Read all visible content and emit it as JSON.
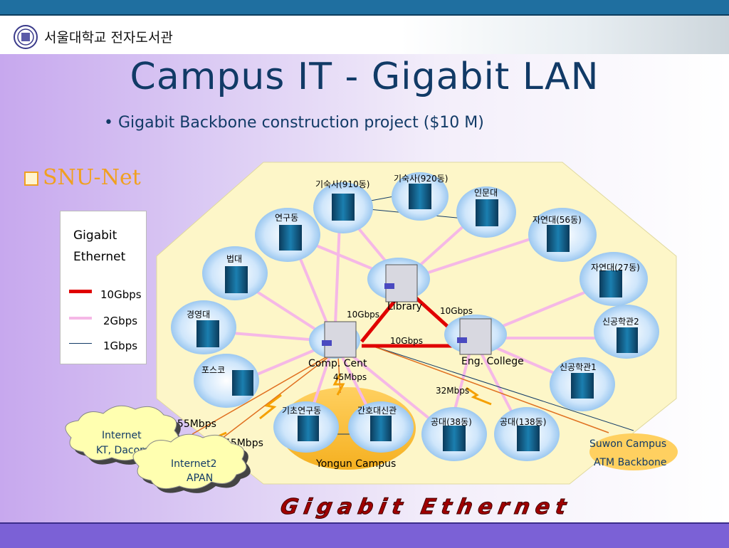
{
  "header": {
    "org": "서울대학교 전자도서관"
  },
  "title": "Campus IT - Gigabit LAN",
  "subtitle": "• Gigabit Backbone construction project  ($10 M)",
  "section": "SNU-Net",
  "legend": {
    "heading1": "Gigabit",
    "heading2": "Ethernet",
    "items": [
      {
        "label": "10Gbps",
        "color": "#e00000"
      },
      {
        "label": "2Gbps",
        "color": "#f5b8e6"
      },
      {
        "label": "1Gbps",
        "color": "#113a66"
      }
    ]
  },
  "nodes": {
    "dorm910": "기숙사(910동)",
    "dorm920": "기숙사(920동)",
    "humanities": "인문대",
    "research": "연구동",
    "science56": "자연대(56동)",
    "law": "법대",
    "science27": "자연대(27동)",
    "business": "경영대",
    "newEng2": "신공학관2",
    "posco": "포스코",
    "newEng1": "신공학관1",
    "basicResearch": "기초연구동",
    "nursing": "간호대신관",
    "eng38": "공대(38동)",
    "eng138": "공대(138동)",
    "library": "Library",
    "compCent": "Comp. Cent",
    "engCollege": "Eng. College"
  },
  "links": {
    "l10a": "10Gbps",
    "l10b": "10Gbps",
    "l10c": "10Gbps",
    "l45": "45Mbps",
    "l32": "32Mbps",
    "l355": "355Mbps",
    "l155": "155Mbps"
  },
  "clouds": {
    "internet1a": "Internet",
    "internet1b": "KT, Dacom",
    "internet2a": "Internet2",
    "internet2b": "APAN"
  },
  "yongun": "Yongun Campus",
  "suwon1": "Suwon Campus",
  "suwon2": "ATM Backbone",
  "wordart": "Gigabit Ethernet"
}
